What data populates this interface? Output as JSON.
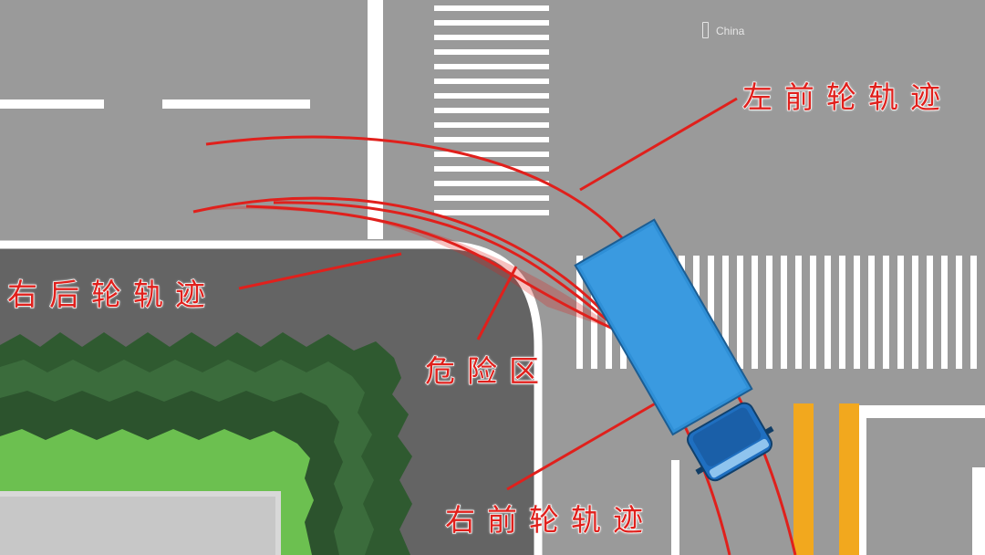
{
  "labels": {
    "left_front_track": "左前轮轨迹",
    "right_rear_track": "右后轮轨迹",
    "danger_zone": "危险区",
    "right_front_track": "右前轮轨迹"
  },
  "watermark": "China",
  "colors": {
    "road": "#9a9a9a",
    "sidewalk": "#656565",
    "track": "#e0201c",
    "truck": "#2f8fd6",
    "stop_line": "#f2a81e",
    "hedge_dark": "#2e5a2f",
    "grass": "#6ec251"
  }
}
